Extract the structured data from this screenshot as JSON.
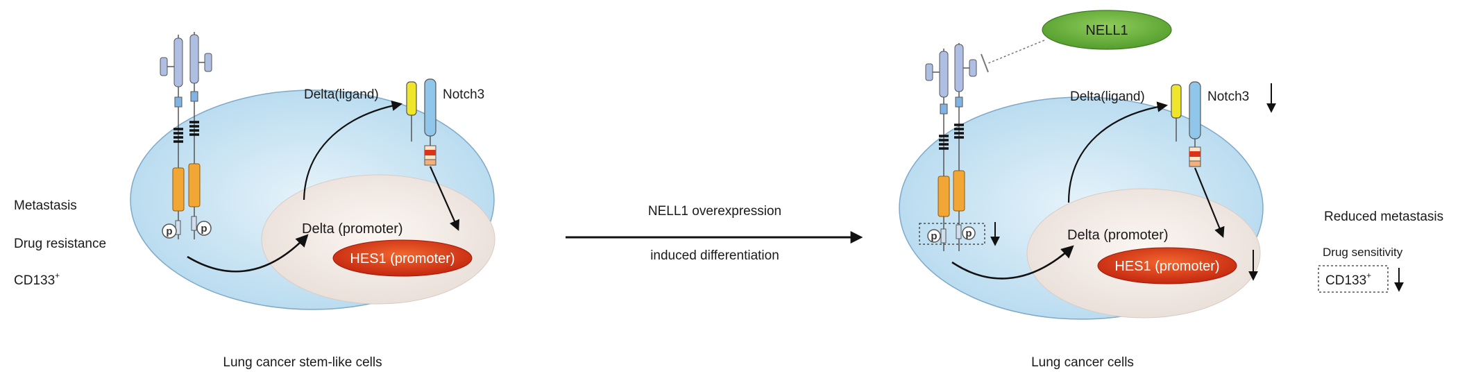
{
  "left_panel": {
    "caption": "Lung cancer stem-like cells",
    "side_labels": [
      "Metastasis",
      "Drug resistance",
      "CD133"
    ],
    "cd133_superscript": "+",
    "ligand_label": "Delta(ligand)",
    "receptor_label": "Notch3",
    "delta_promoter": "Delta (promoter)",
    "hes1_promoter": "HES1 (promoter)",
    "phospho": "p"
  },
  "middle": {
    "line1": "NELL1 overexpression",
    "line2": "induced differentiation"
  },
  "right_panel": {
    "caption": "Lung cancer  cells",
    "nell1": "NELL1",
    "ligand_label": "Delta(ligand)",
    "receptor_label": "Notch3",
    "delta_promoter": "Delta (promoter)",
    "hes1_promoter": "HES1 (promoter)",
    "side_labels": [
      "Reduced metastasis",
      "Drug sensitivity",
      "CD133"
    ],
    "cd133_superscript": "+",
    "phospho": "p"
  },
  "colors": {
    "cell_fill": "#cde6f4",
    "nucleus_fill": "#f3ebe6",
    "hes_fill": "#d9341a",
    "nell_fill": "#6cb33f",
    "ligand_yellow": "#efe52a",
    "notch_blue": "#8fc6ea",
    "receptor_orange": "#f2a636",
    "receptor_lavender": "#aebfe3"
  }
}
